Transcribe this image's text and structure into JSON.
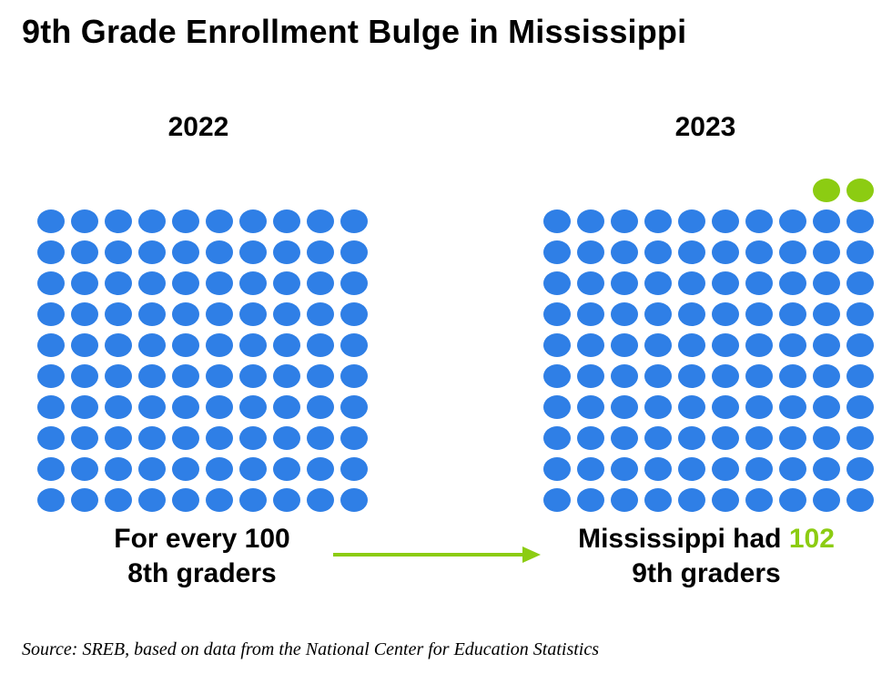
{
  "chart_data": [
    {
      "type": "waffle",
      "year_label": "2022",
      "unit": "student",
      "count": 100,
      "base_count": 100,
      "extra_count": 0,
      "colors": {
        "base": "#2f7fe6",
        "extra": "#8ccc12"
      },
      "caption_line1": "For every 100",
      "caption_line2": "8th graders"
    },
    {
      "type": "waffle",
      "year_label": "2023",
      "unit": "student",
      "count": 102,
      "base_count": 100,
      "extra_count": 2,
      "colors": {
        "base": "#2f7fe6",
        "extra": "#8ccc12"
      },
      "caption_line1_prefix": "Mississippi had ",
      "caption_line1_value": "102",
      "caption_line2": "9th graders"
    }
  ],
  "title": "9th Grade Enrollment Bulge in Mississippi",
  "arrow_color": "#8ccc12",
  "source": "Source: SREB, based on data from the National Center for Education Statistics"
}
